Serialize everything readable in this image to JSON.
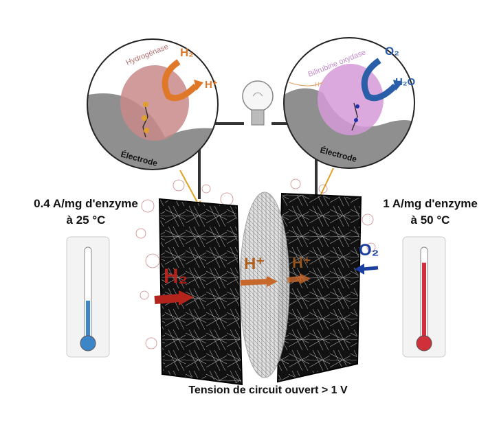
{
  "left_inset": {
    "enzyme": "Hydrogénase",
    "substrate": "H₂",
    "product": "H⁺",
    "electrode": "Électrode"
  },
  "right_inset": {
    "enzyme": "Bilirubine oxydase",
    "substrate": "O₂",
    "product": "H₂O",
    "proton": "H⁺",
    "electrode": "Électrode"
  },
  "left_label": {
    "line1": "0.4 A/mg d'enzyme",
    "line2": "à 25 °C"
  },
  "right_label": {
    "line1": "1 A/mg d'enzyme",
    "line2": "à 50 °C"
  },
  "cell": {
    "anode_fuel": "H₂",
    "cathode_fuel": "O₂",
    "proton_left": "H⁺",
    "proton_right": "H⁺"
  },
  "thermometers": {
    "left_level_percent": 45,
    "right_level_percent": 85
  },
  "caption": "Tension de circuit ouvert > 1 V",
  "colors": {
    "orange": "#e0782a",
    "blue": "#2a5ea8",
    "red": "#b3241c",
    "enzyme_left": "#c98a8a",
    "enzyme_right": "#d59ad8"
  }
}
